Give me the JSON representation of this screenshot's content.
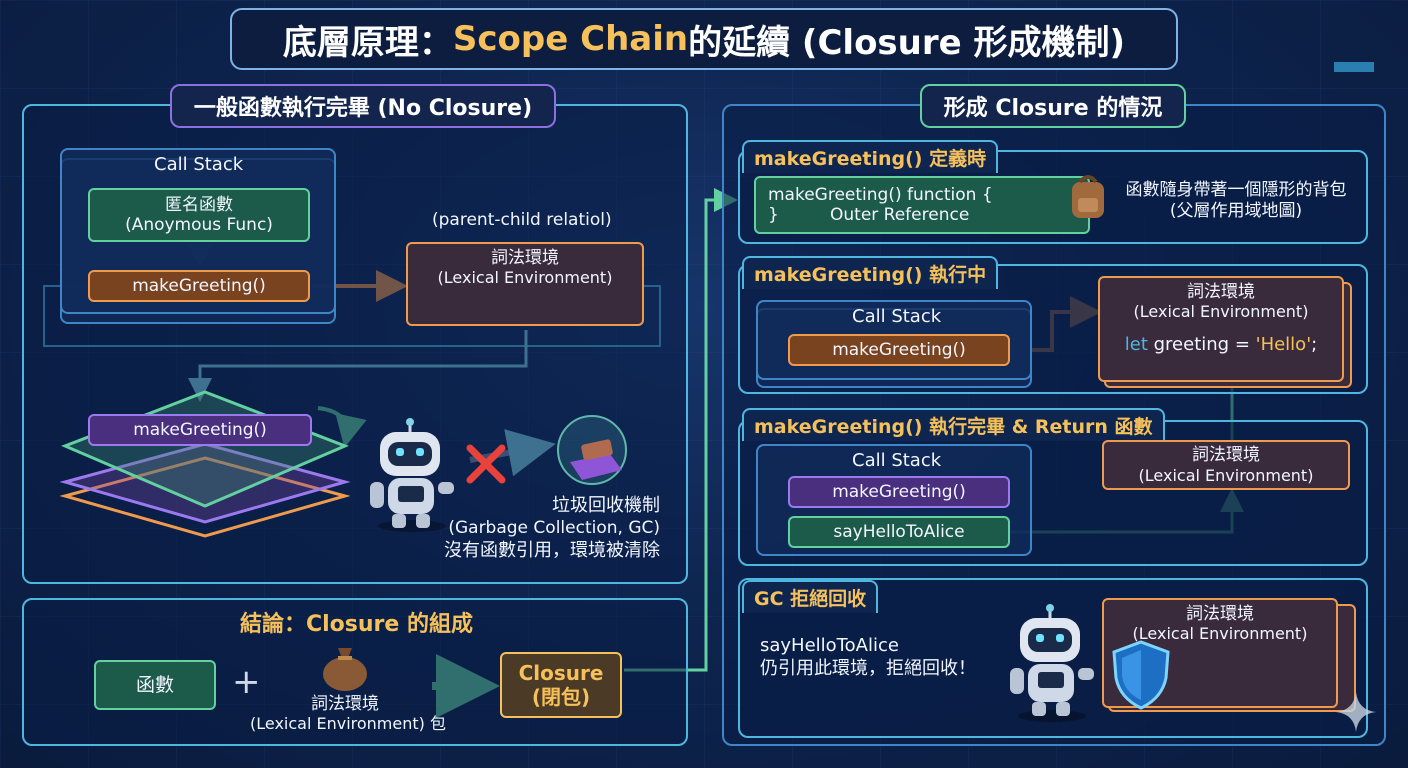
{
  "title": {
    "prefix": "底層原理：",
    "highlight": "Scope Chain",
    "suffix": " 的延續 (Closure 形成機制)"
  },
  "left": {
    "header": "一般函數執行完畢 (No Closure)",
    "call_stack_label": "Call Stack",
    "anon_func_line1": "匿名函數",
    "anon_func_line2": "(Anoymous Func)",
    "make_greeting": "makeGreeting()",
    "relation_label": "(parent-child relatiol)",
    "lex_line1": "詞法環境",
    "lex_line2": "(Lexical Environment)",
    "stack_func": "makeGreeting()",
    "gc_line1": "垃圾回收機制",
    "gc_line2": "(Garbage Collection, GC)",
    "gc_line3": "沒有函數引用，環境被清除"
  },
  "conclusion": {
    "header": "結論：Closure 的組成",
    "func_label": "函數",
    "plus": "+",
    "bag_line1": "詞法環境",
    "bag_line2": "(Lexical Environment) 包",
    "result_line1": "Closure",
    "result_line2": "(閉包)"
  },
  "right": {
    "header": "形成 Closure 的情況",
    "s1": {
      "label": "makeGreeting() 定義時",
      "code_line1": "makeGreeting() function {",
      "code_brace": "}",
      "code_ref": "Outer Reference",
      "note_line1": "函數隨身帶著一個隱形的背包",
      "note_line2": "(父層作用域地圖)"
    },
    "s2": {
      "label": "makeGreeting() 執行中",
      "call_stack_label": "Call Stack",
      "make_greeting": "makeGreeting()",
      "lex_line1": "詞法環境",
      "lex_line2": "(Lexical Environment)",
      "code_kw": "let",
      "code_var": " greeting = ",
      "code_str": "'Hello'",
      "code_end": ";"
    },
    "s3": {
      "label": "makeGreeting() 執行完畢 & Return 函數",
      "call_stack_label": "Call Stack",
      "make_greeting": "makeGreeting()",
      "say_hello": "sayHelloToAlice",
      "lex_line1": "詞法環境",
      "lex_line2": "(Lexical Environment)"
    },
    "s4": {
      "label": "GC 拒絕回收",
      "note_line1": "sayHelloToAlice",
      "note_line2": "仍引用此環境，拒絕回收！",
      "lex_line1": "詞法環境",
      "lex_line2": "(Lexical Environment)"
    }
  },
  "colors": {
    "accent_yellow": "#f6c15a",
    "green": "#63d0a0",
    "orange": "#f09a4e",
    "purple": "#9b79ef",
    "blue": "#4fb6e0"
  },
  "icons": [
    "robot-icon",
    "cross-mark-icon",
    "trash-bin-icon",
    "backpack-icon",
    "money-bag-icon",
    "shield-icon",
    "sparkle-icon"
  ]
}
